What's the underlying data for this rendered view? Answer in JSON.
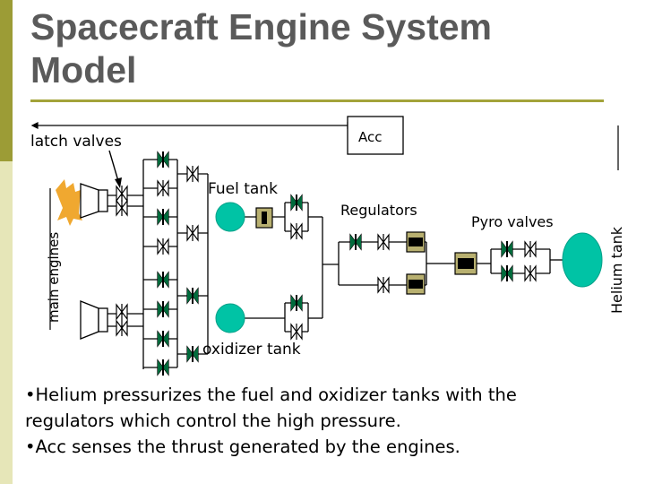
{
  "title_line1": "Spacecraft Engine System",
  "title_line2": "Model",
  "labels": {
    "latch_valves": "latch valves",
    "acc": "Acc",
    "main_engines": "main engines",
    "fuel_tank": "Fuel tank",
    "regulators": "Regulators",
    "pyro_valves": "Pyro valves",
    "helium_tank": "Helium tank",
    "oxidizer_tank": "oxidizer tank"
  },
  "bullets": [
    "•Helium pressurizes the fuel and oxidizer tanks with the",
    "regulators which control the high pressure.",
    "•Acc senses the thrust generated by the engines."
  ],
  "colors": {
    "accent_dark": "#9c9c36",
    "accent_light": "#e6e6b8",
    "title_text": "#5a5a5a",
    "tank_fill": "#00c3a5",
    "valve_green": "#006b3c",
    "flame": "#f0a830",
    "regulator_fill": "#b8b070"
  }
}
